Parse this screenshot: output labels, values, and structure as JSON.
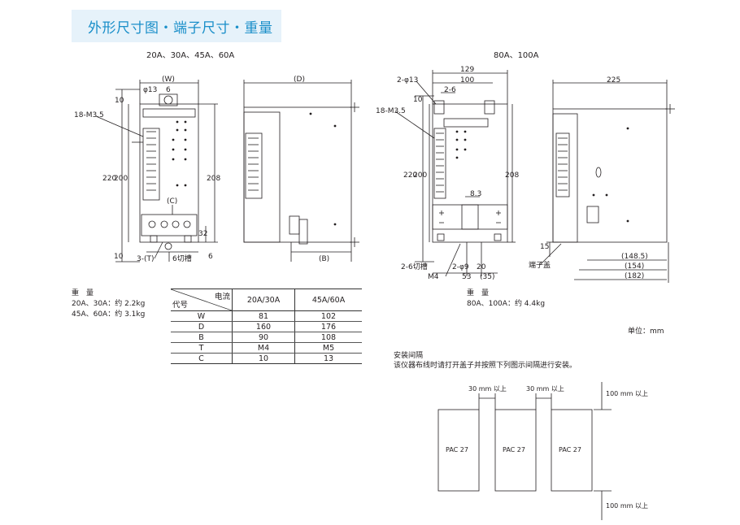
{
  "title": "外形尺寸图・端子尺寸・重量",
  "left_model_heading": "20A、30A、45A、60A",
  "right_model_heading": "80A、100A",
  "left_dims": {
    "w": "(W)",
    "d": "(D)",
    "b": "(B)",
    "c": "(C)",
    "phi13": "φ13",
    "six": "6",
    "ten_top": "10",
    "terminal": "18-M3.5",
    "h220": "220",
    "h200": "200",
    "h208": "208",
    "t_label": "3-(T)",
    "slot": "6切槽",
    "ten_bottom": "10",
    "d32": "32",
    "d6": "6"
  },
  "right_dims": {
    "w129": "129",
    "w100": "100",
    "hole": "2-φ13",
    "slot_top": "2-6",
    "ten": "10",
    "terminal": "18-M3.5",
    "h220": "220",
    "h200": "200",
    "h208": "208",
    "d83": "8.3",
    "slot_bottom": "2-6切槽",
    "m4": "M4",
    "phi9": "2-φ9",
    "d20": "20",
    "d53": "53",
    "d35": "(35)",
    "d225": "225",
    "d15": "15",
    "d1485": "(148.5)",
    "d154": "(154)",
    "d182": "(182)",
    "cover": "端子盖"
  },
  "weight_left": {
    "heading": "重　量",
    "line1": "20A、30A：约 2.2kg",
    "line2": "45A、60A：约 3.1kg"
  },
  "weight_right": {
    "heading": "重　量",
    "line1": "80A、100A：约 4.4kg"
  },
  "table": {
    "corner_top": "电流",
    "corner_bottom": "代号",
    "columns": [
      "20A/30A",
      "45A/60A"
    ],
    "rows": [
      {
        "code": "W",
        "v1": "81",
        "v2": "102"
      },
      {
        "code": "D",
        "v1": "160",
        "v2": "176"
      },
      {
        "code": "B",
        "v1": "90",
        "v2": "108"
      },
      {
        "code": "T",
        "v1": "M4",
        "v2": "M5"
      },
      {
        "code": "C",
        "v1": "10",
        "v2": "13"
      }
    ]
  },
  "unit": "单位：mm",
  "spacing": {
    "heading": "安装间隔",
    "desc": "该仪器布线时请打开盖子并按照下列图示间隔进行安装。",
    "gap1": "30 mm 以上",
    "gap2": "30 mm 以上",
    "top_gap": "100 mm 以上",
    "bottom_gap": "100 mm 以上",
    "unit_labels": [
      "PAC 27",
      "PAC 27",
      "PAC 27"
    ]
  }
}
